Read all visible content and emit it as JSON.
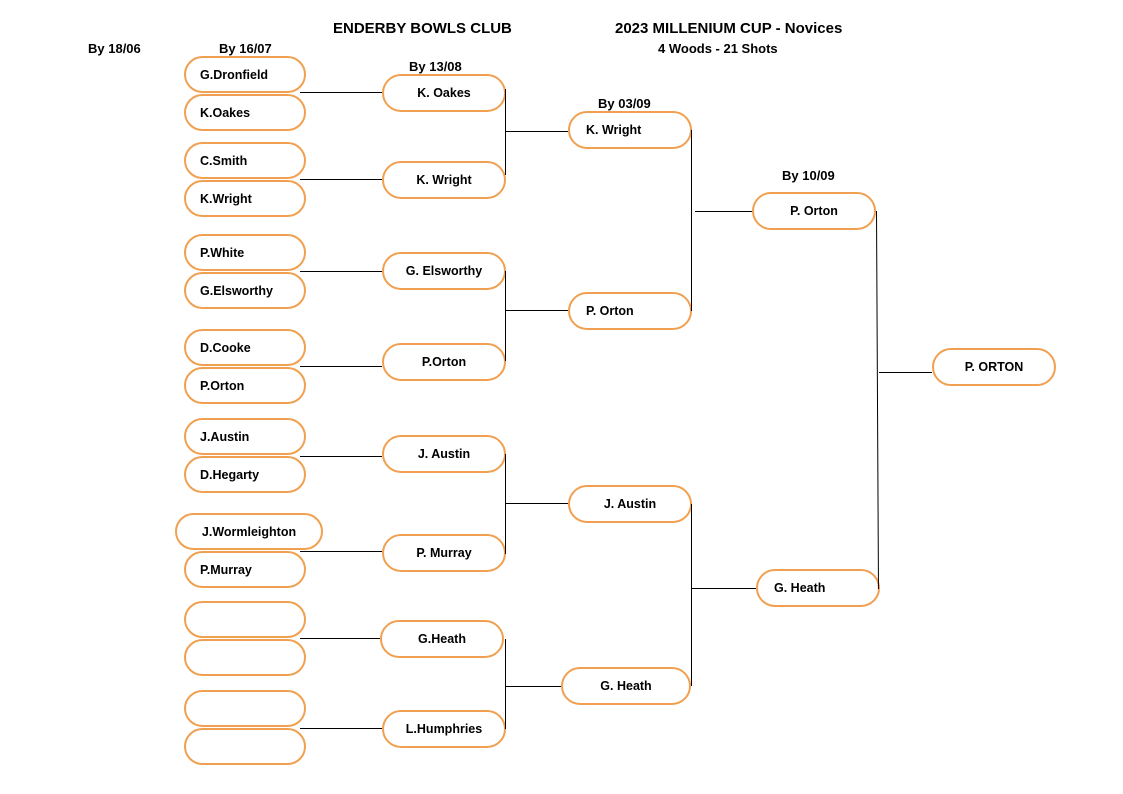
{
  "header": {
    "club": "ENDERBY BOWLS CLUB",
    "competition": "2023 MILLENIUM CUP - Novices",
    "format": "4 Woods  -  21 Shots"
  },
  "rounds": {
    "r1": "By 18/06",
    "r2": "By 16/07",
    "r3": "By 13/08",
    "r4": "By 03/09",
    "r5": "By 10/09"
  },
  "round2": [
    "G.Dronfield",
    "K.Oakes",
    "C.Smith",
    "K.Wright",
    "P.White",
    "G.Elsworthy",
    "D.Cooke",
    "P.Orton",
    "J.Austin",
    "D.Hegarty",
    "J.Wormleighton",
    "P.Murray",
    "",
    "",
    "",
    ""
  ],
  "round3": [
    "K. Oakes",
    "K. Wright",
    "G. Elsworthy",
    "P.Orton",
    "J. Austin",
    "P. Murray",
    "G.Heath",
    "L.Humphries"
  ],
  "quarter": [
    "K. Wright",
    "P. Orton",
    "J. Austin",
    "G. Heath"
  ],
  "semi": [
    "P. Orton",
    "G. Heath"
  ],
  "winner": "P. ORTON"
}
